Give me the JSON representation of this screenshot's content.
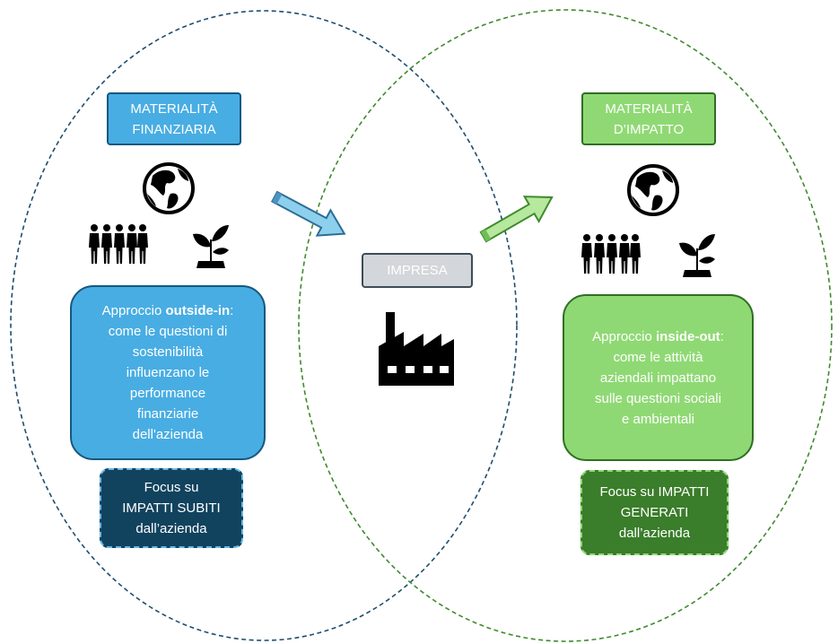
{
  "left": {
    "title_lines": [
      "MATERIALITÀ",
      "FINANZIARIA"
    ],
    "approach_prefix": "Approccio ",
    "approach_bold": "outside-in",
    "approach_suffix": ":",
    "approach_lines": [
      "come le questioni di",
      "sostenibilità",
      "influenzano le",
      "performance",
      "finanziarie",
      "dell'azienda"
    ],
    "focus_lines": [
      "Focus su",
      "IMPATTI SUBITI",
      "dall’azienda"
    ]
  },
  "center": {
    "label": "IMPRESA"
  },
  "right": {
    "title_lines": [
      "MATERIALITÀ",
      "D’IMPATTO"
    ],
    "approach_prefix": "Approccio ",
    "approach_bold": "inside-out",
    "approach_suffix": ":",
    "approach_lines": [
      "come le attività",
      "aziendali impattano",
      "sulle questioni sociali",
      "e ambientali"
    ],
    "focus_lines": [
      "Focus su IMPATTI",
      "GENERATI",
      "dall’azienda"
    ]
  },
  "icons": {
    "globe": "globe-icon",
    "people": "people-group-icon",
    "plant": "plant-sprout-icon",
    "factory": "factory-icon",
    "arrow": "arrow-right-icon"
  },
  "colors": {
    "blue": "#48ade3",
    "blue_border": "#16587e",
    "green": "#8fd974",
    "green_border": "#2f6f23",
    "dark_blue": "#11435e",
    "dark_green": "#3a7d2a",
    "gray": "#d3d6da",
    "ellipse_left": "#1f4e6e",
    "ellipse_right": "#3f8a2e"
  }
}
